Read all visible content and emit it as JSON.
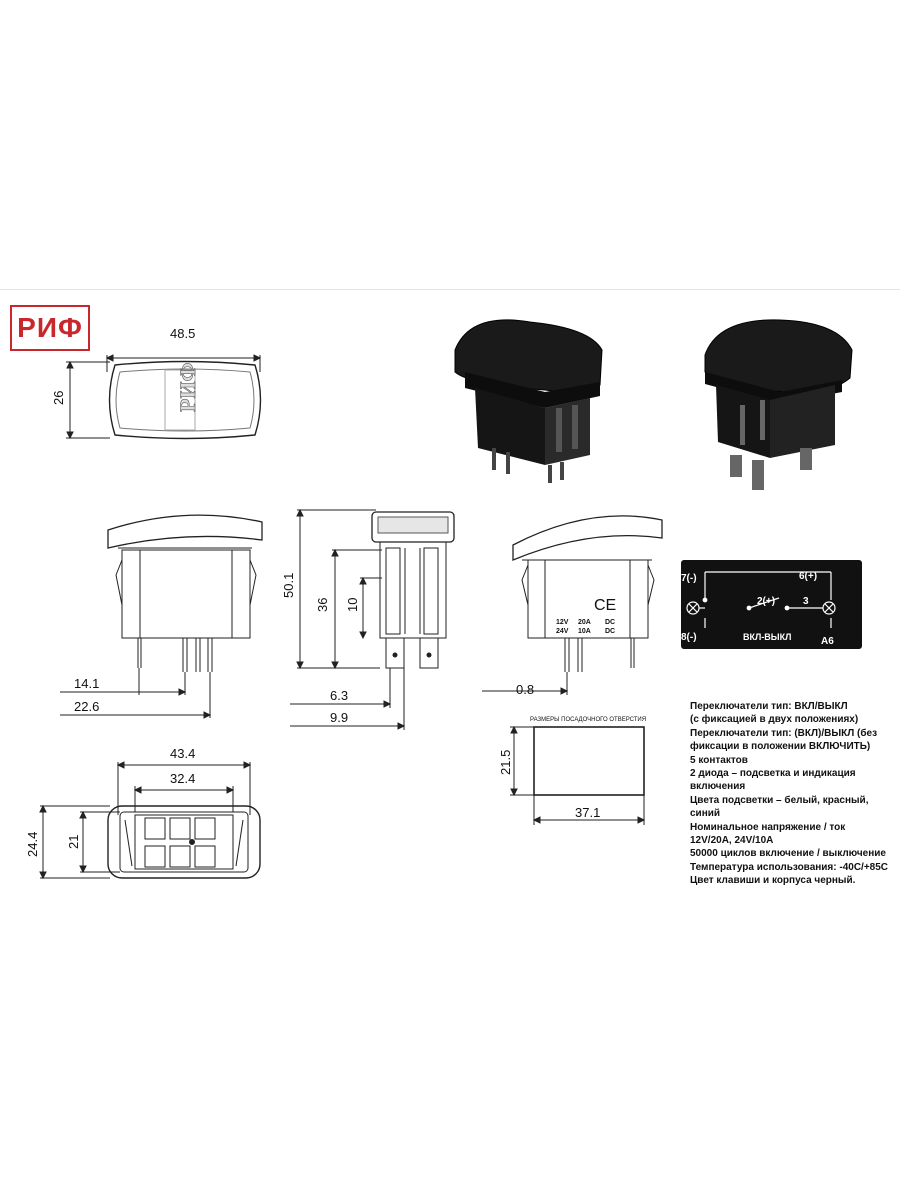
{
  "logo": {
    "text": "РИФ",
    "color": "#c8282c"
  },
  "dimensions": {
    "top_width": "48.5",
    "top_height": "26",
    "side_total_height": "50.1",
    "side_body_height": "36",
    "side_small_height": "10",
    "pin_offset_a": "14.1",
    "pin_offset_b": "22.6",
    "front_pin_a": "6.3",
    "front_pin_b": "9.9",
    "right_pin_offset": "0.8",
    "bottom_outer_width": "43.4",
    "bottom_inner_width": "32.4",
    "bottom_outer_height": "24.4",
    "bottom_inner_height": "21",
    "cutout_height": "21.5",
    "cutout_width": "37.1"
  },
  "cutout_title": "РАЗМЕРЫ ПОСАДОЧНОГО ОТВЕРСТИЯ",
  "rocker_logo": "РИФ",
  "side_label": {
    "line1": [
      "12V",
      "20A",
      "DC"
    ],
    "line2": [
      "24V",
      "10A",
      "DC"
    ],
    "ce": "CE"
  },
  "schematic": {
    "pin7": "7(-)",
    "pin6": "6(+)",
    "pin2": "2(+)",
    "pin3": "3",
    "pin8": "8(-)",
    "label": "ВКЛ-ВЫКЛ",
    "code": "A6"
  },
  "specs": [
    "Переключатели тип: ВКЛ/ВЫКЛ",
    "(с фиксацией в двух положениях)",
    "Переключатели тип: (ВКЛ)/ВЫКЛ (без",
    "фиксации в положении ВКЛЮЧИТЬ)",
    "5 контактов",
    "2 диода – подсветка и индикация",
    "включения",
    "Цвета подсветки – белый, красный,",
    "синий",
    "Номинальное напряжение / ток",
    "12V/20A, 24V/10A",
    "50000 циклов включение / выключение",
    "Температура использования: -40С/+85С",
    "Цвет клавиши и корпуса черный."
  ]
}
